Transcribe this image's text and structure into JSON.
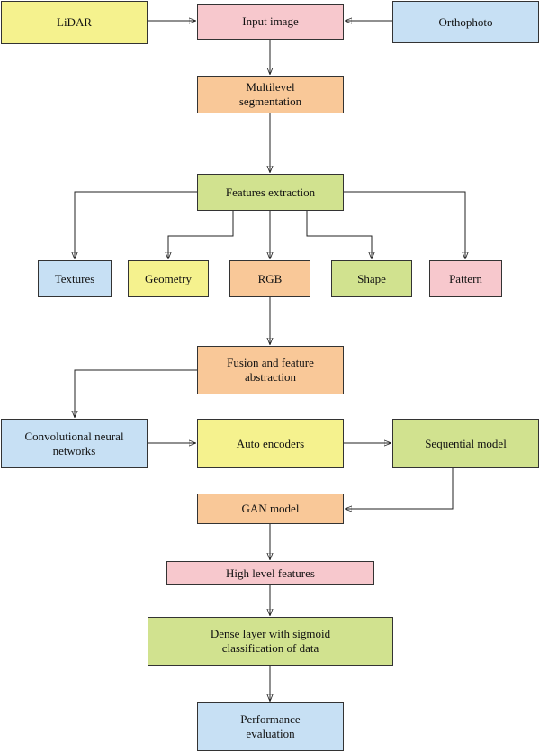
{
  "colors": {
    "yellow": "#f5f28e",
    "pink": "#f7c8cd",
    "blue": "#c7e0f4",
    "orange": "#f9c898",
    "green": "#d1e28f",
    "border": "#333333"
  },
  "nodes": {
    "lidar": "LiDAR",
    "input_image": "Input image",
    "orthophoto": "Orthophoto",
    "multilevel_segmentation": "Multilevel segmentation",
    "features_extraction": "Features extraction",
    "textures": "Textures",
    "geometry": "Geometry",
    "rgb": "RGB",
    "shape": "Shape",
    "pattern": "Pattern",
    "fusion": "Fusion and feature abstraction",
    "cnn": "Convolutional neural networks",
    "auto_encoders": "Auto encoders",
    "sequential_model": "Sequential model",
    "gan_model": "GAN model",
    "high_level_features": "High level features",
    "dense_layer": "Dense layer with sigmoid classification of data",
    "performance_evaluation": "Performance evaluation"
  },
  "edges": [
    {
      "from": "lidar",
      "to": "input_image"
    },
    {
      "from": "orthophoto",
      "to": "input_image"
    },
    {
      "from": "input_image",
      "to": "multilevel_segmentation"
    },
    {
      "from": "multilevel_segmentation",
      "to": "features_extraction"
    },
    {
      "from": "features_extraction",
      "to": "textures"
    },
    {
      "from": "features_extraction",
      "to": "geometry"
    },
    {
      "from": "features_extraction",
      "to": "rgb"
    },
    {
      "from": "features_extraction",
      "to": "shape"
    },
    {
      "from": "features_extraction",
      "to": "pattern"
    },
    {
      "from": "rgb",
      "to": "fusion"
    },
    {
      "from": "fusion",
      "to": "cnn"
    },
    {
      "from": "cnn",
      "to": "auto_encoders"
    },
    {
      "from": "auto_encoders",
      "to": "sequential_model"
    },
    {
      "from": "sequential_model",
      "to": "gan_model"
    },
    {
      "from": "gan_model",
      "to": "high_level_features"
    },
    {
      "from": "high_level_features",
      "to": "dense_layer"
    },
    {
      "from": "dense_layer",
      "to": "performance_evaluation"
    }
  ]
}
